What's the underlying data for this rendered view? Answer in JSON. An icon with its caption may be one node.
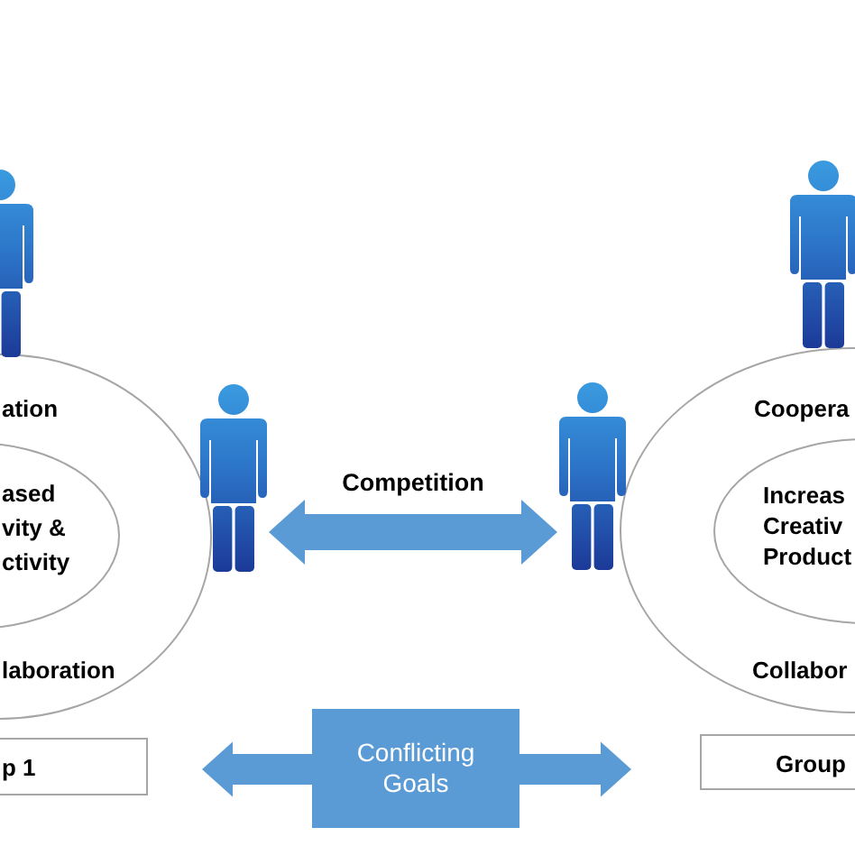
{
  "diagram": {
    "nodes": [
      {
        "text": [
          "ation",
          "laboration"
        ]
      },
      {
        "text": [
          "ased vity & ctivity"
        ],
        "in": 0
      },
      {
        "text": [
          "Coopera",
          "Collabor"
        ]
      },
      {
        "text": [
          "Increas Creativ Product"
        ],
        "in": 2
      },
      {
        "text": [],
        "shape": "person"
      },
      {
        "text": [],
        "shape": "person"
      },
      {
        "text": [],
        "shape": "person"
      },
      {
        "text": [],
        "shape": "person"
      },
      {
        "text": [
          "p 1"
        ]
      },
      {
        "text": [
          "Conflicting Goals"
        ]
      },
      {
        "text": [
          "Group"
        ]
      }
    ],
    "edges": [
      {
        "from": 6,
        "to": 7,
        "arrow": "both",
        "label": "Competition"
      },
      {
        "from": 9,
        "to": 8,
        "arrow": "to"
      },
      {
        "from": 9,
        "to": 10,
        "arrow": "to"
      }
    ]
  }
}
